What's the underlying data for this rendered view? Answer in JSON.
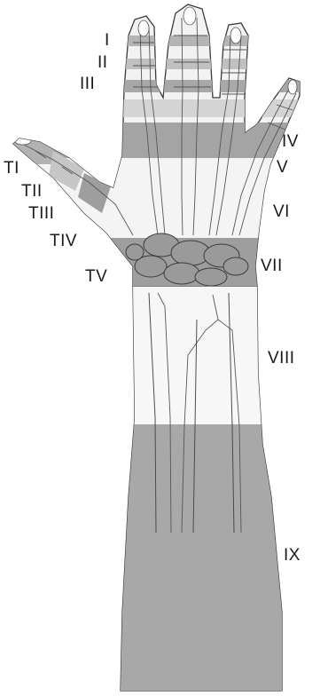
{
  "figure": {
    "labels": [
      {
        "key": "I",
        "text": "I"
      },
      {
        "key": "II",
        "text": "II"
      },
      {
        "key": "III",
        "text": "III"
      },
      {
        "key": "IV",
        "text": "IV"
      },
      {
        "key": "V",
        "text": "V"
      },
      {
        "key": "VI",
        "text": "VI"
      },
      {
        "key": "VII",
        "text": "VII"
      },
      {
        "key": "VIII",
        "text": "VIII"
      },
      {
        "key": "IX",
        "text": "IX"
      },
      {
        "key": "TI",
        "text": "TI"
      },
      {
        "key": "TII",
        "text": "TII"
      },
      {
        "key": "TIII",
        "text": "TIII"
      },
      {
        "key": "TIV",
        "text": "TIV"
      },
      {
        "key": "TV",
        "text": "TV"
      }
    ],
    "colors": {
      "skin": "#f2f2f2",
      "band_dark": "#9e9e9e",
      "band_light": "#d8d8d8",
      "forearm_shade": "#a8a8a8"
    }
  }
}
